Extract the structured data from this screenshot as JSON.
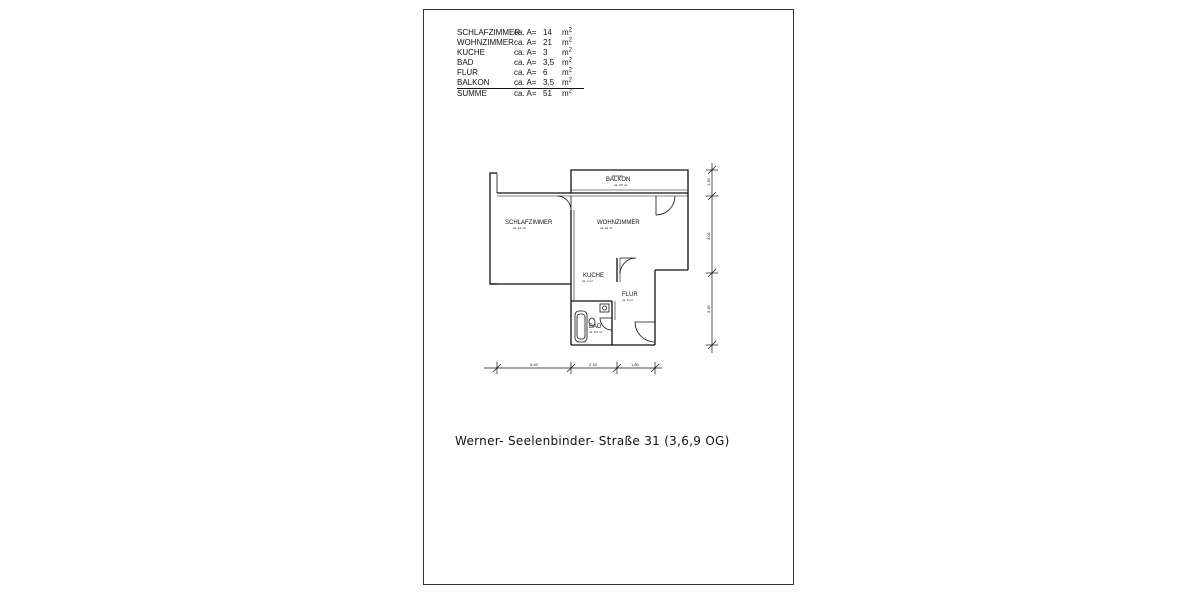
{
  "area_table": {
    "rows": [
      {
        "room": "SCHLAFZIMMER",
        "ca": "ca. A=",
        "value": "14",
        "unit": "m",
        "exp": "2"
      },
      {
        "room": "WOHNZIMMER",
        "ca": "ca. A=",
        "value": "21",
        "unit": "m",
        "exp": "2"
      },
      {
        "room": "KUCHE",
        "ca": "ca. A=",
        "value": "3",
        "unit": "m",
        "exp": "2"
      },
      {
        "room": "BAD",
        "ca": "ca. A=",
        "value": "3,5",
        "unit": "m",
        "exp": "2"
      },
      {
        "room": "FLUR",
        "ca": "ca. A=",
        "value": "6",
        "unit": "m",
        "exp": "2"
      },
      {
        "room": "BALKON",
        "ca": "ca. A=",
        "value": "3,5",
        "unit": "m",
        "exp": "2"
      }
    ],
    "sum": {
      "room": "SUMME",
      "ca": "ca. A=",
      "value": "51",
      "unit": "m",
      "exp": "2"
    }
  },
  "plan": {
    "rooms": {
      "balkon": {
        "name": "BALKON",
        "sub": "ca. 3,5 m²"
      },
      "schlafzimmer": {
        "name": "SCHLAFZIMMER",
        "sub": "ca. 14 m²"
      },
      "wohnzimmer": {
        "name": "WOHNZIMMER",
        "sub": "ca. 21 m²"
      },
      "kuche": {
        "name": "KUCHE",
        "sub": "ca. 3 m²"
      },
      "flur": {
        "name": "FLUR",
        "sub": "ca. 6 m²"
      },
      "bad": {
        "name": "BAD",
        "sub": "ca. 3,5 m²"
      }
    },
    "dims_bottom": [
      "3.45",
      "2.18",
      "1.80"
    ],
    "dims_right": [
      "1.30",
      "3.05",
      "3.45"
    ]
  },
  "address": "Werner- Seelenbinder- Straße 31 (3,6,9 OG)"
}
